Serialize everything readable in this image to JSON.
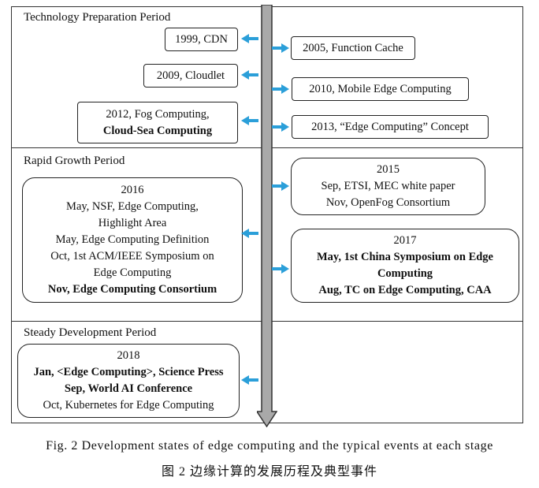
{
  "periods": [
    {
      "label": "Technology Preparation Period"
    },
    {
      "label": "Rapid Growth Period"
    },
    {
      "label": "Steady Development Period"
    }
  ],
  "events": {
    "cdn": [
      "1999, CDN"
    ],
    "function_cache": [
      "2005, Function Cache"
    ],
    "cloudlet": [
      "2009, Cloudlet"
    ],
    "mec": [
      "2010, Mobile Edge Computing"
    ],
    "fog": [
      "2012, Fog Computing,",
      "Cloud-Sea Computing"
    ],
    "concept": [
      "2013, “Edge Computing” Concept"
    ],
    "y2015": [
      "2015",
      "Sep, ETSI, MEC white paper",
      "Nov, OpenFog Consortium"
    ],
    "y2016": [
      "2016",
      "May, NSF, Edge Computing,",
      "Highlight Area",
      "May, Edge Computing Definition",
      "Oct, 1st ACM/IEEE Symposium on",
      "Edge Computing",
      "Nov, Edge Computing Consortium"
    ],
    "y2017": [
      "2017",
      "May, 1st China Symposium on Edge",
      "Computing",
      "Aug, TC on Edge Computing, CAA"
    ],
    "y2018": [
      "2018",
      "Jan, <Edge Computing>, Science Press",
      "Sep, World AI Conference",
      "Oct, Kubernetes for Edge Computing"
    ]
  },
  "colors": {
    "arrow": "#2b9fd9",
    "timeline_fill": "#a9a9a9",
    "timeline_stroke": "#333333"
  },
  "caption": {
    "en": "Fig.  2    Development states of edge computing and the typical events at each stage",
    "zh": "图 2    边缘计算的发展历程及典型事件"
  }
}
